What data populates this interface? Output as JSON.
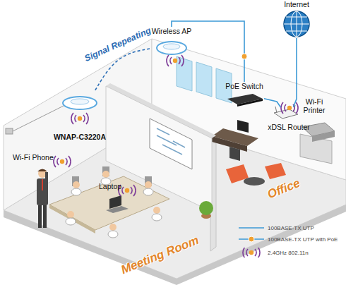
{
  "diagram": {
    "nodes": [
      {
        "text": [
          "Internet"
        ]
      },
      {
        "text": [
          "Wireless AP"
        ]
      },
      {
        "text": [
          "WNAP-C3220A"
        ]
      },
      {
        "text": [
          "PoE Switch"
        ]
      },
      {
        "text": [
          "xDSL Router"
        ]
      },
      {
        "text": [
          "Wi-Fi Printer"
        ]
      },
      {
        "text": [
          "Wi-Fi Phone"
        ]
      },
      {
        "text": [
          "Laptop"
        ]
      }
    ],
    "edges": [
      {
        "from": 0,
        "to": 4,
        "arrow": "none"
      },
      {
        "from": 4,
        "to": 3,
        "arrow": "none"
      },
      {
        "from": 3,
        "to": 1,
        "arrow": "none"
      },
      {
        "from": 1,
        "to": 2,
        "label": "Signal Repeating",
        "arrow": "none"
      }
    ],
    "labels": [
      "Meeting Room",
      "Office"
    ],
    "legend": [
      {
        "text": "100BASE-TX UTP"
      },
      {
        "text": "100BASE-TX UTP with PoE"
      },
      {
        "text": "2.4GHz 802.11n"
      }
    ]
  }
}
